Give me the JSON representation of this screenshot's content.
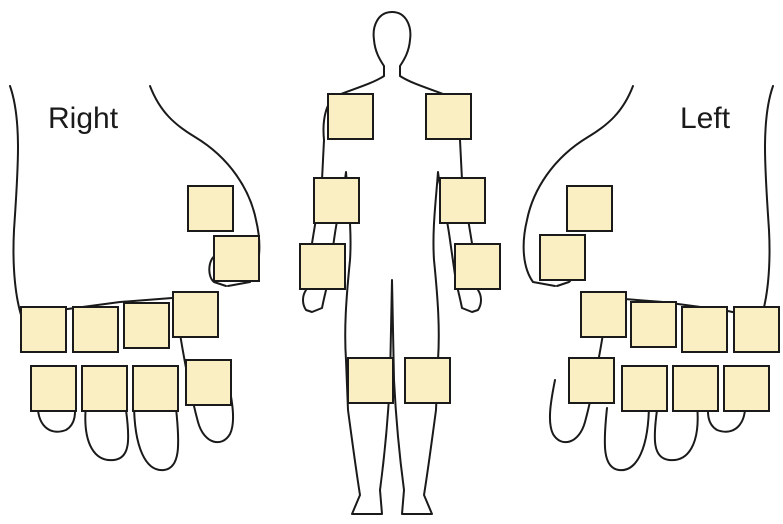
{
  "labels": {
    "right": "Right",
    "left": "Left"
  },
  "colors": {
    "patch_fill": "#faeec3",
    "stroke": "#1a1a1a",
    "background": "#ffffff"
  },
  "patches": {
    "body": [
      "right-shoulder",
      "left-shoulder",
      "right-elbow",
      "left-elbow",
      "right-wrist",
      "left-wrist",
      "right-knee",
      "left-knee"
    ],
    "right_hand": [
      "wrist-upper",
      "wrist-lower",
      "thumb-base",
      "mcp-1",
      "mcp-2",
      "mcp-3",
      "pip-1",
      "pip-2",
      "pip-3",
      "pip-4"
    ],
    "left_hand": [
      "wrist-upper",
      "wrist-lower",
      "thumb-base",
      "mcp-1",
      "mcp-2",
      "mcp-3",
      "pip-1",
      "pip-2",
      "pip-3",
      "pip-4"
    ]
  }
}
